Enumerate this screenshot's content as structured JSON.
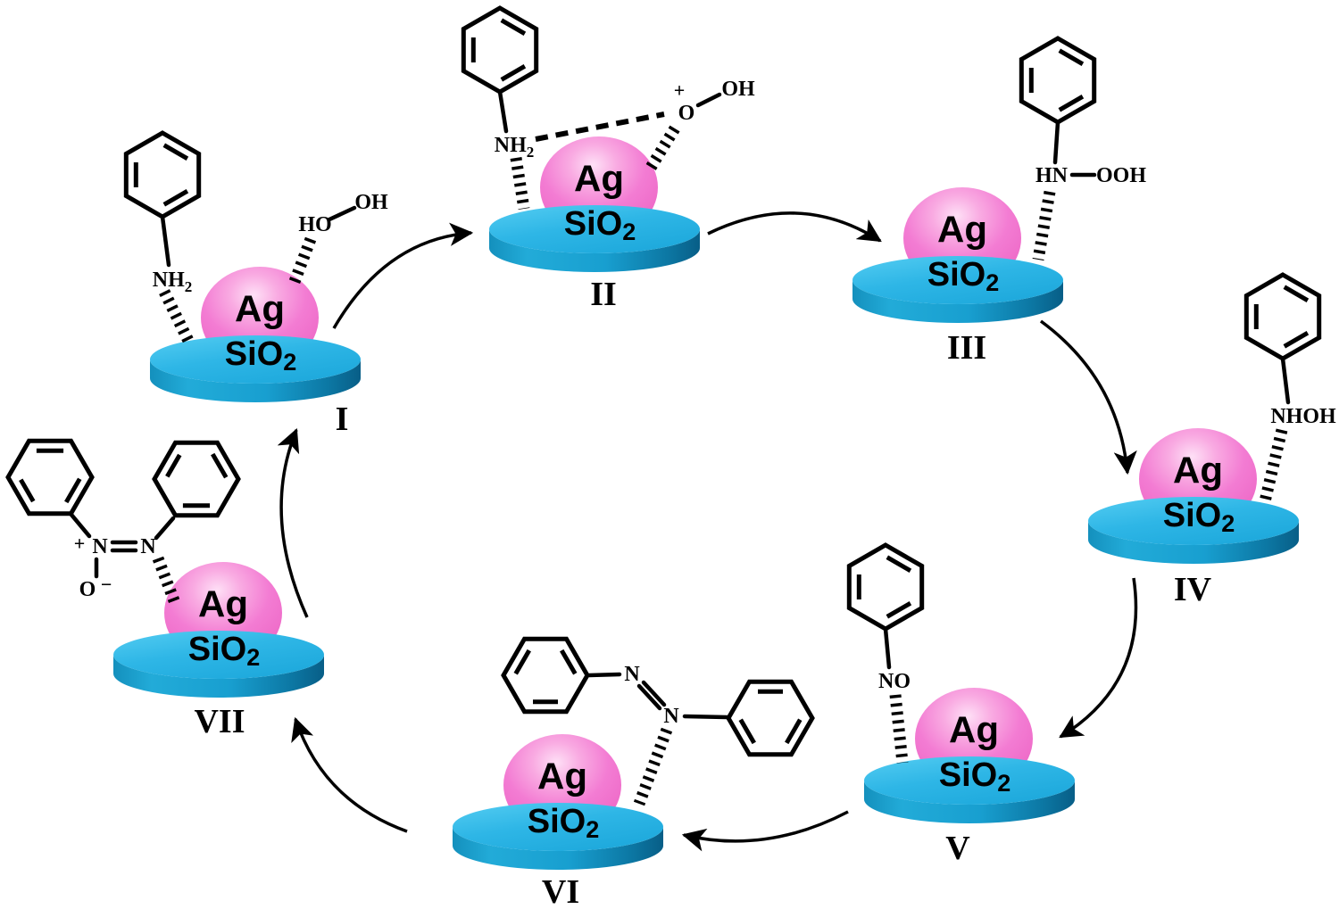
{
  "colors": {
    "background": "#ffffff",
    "ag_sphere": "#f37cd3",
    "ag_sphere_highlight": "#fdd9f3",
    "sio2_disk_top": "#2fb5e5",
    "sio2_disk_side": "#0d7ba8",
    "line": "#000000"
  },
  "catalyst": {
    "metal": "Ag",
    "support": "SiO",
    "support_subscript": "2"
  },
  "steps": [
    {
      "numeral": "I",
      "labels": {
        "amine": "NH",
        "amine_subscript": "2",
        "peroxide_left": "HO",
        "peroxide_right": "OH"
      }
    },
    {
      "numeral": "II",
      "labels": {
        "amine": "NH",
        "amine_subscript": "2",
        "oxygen_charge": "+",
        "oxygen": "O",
        "hydroxyl": "OH"
      }
    },
    {
      "numeral": "III",
      "labels": {
        "amide": "HN",
        "hydroperoxide": "OOH"
      }
    },
    {
      "numeral": "IV",
      "labels": {
        "hydroxylamine": "NHOH"
      }
    },
    {
      "numeral": "V",
      "labels": {
        "nitroso": "NO"
      }
    },
    {
      "numeral": "VI",
      "labels": {
        "azo_n1": "N",
        "azo_n2": "N"
      }
    },
    {
      "numeral": "VII",
      "labels": {
        "n1_charge": "+",
        "azo_n1": "N",
        "azo_n2": "N",
        "oxide": "O",
        "oxide_charge": "−"
      }
    }
  ]
}
